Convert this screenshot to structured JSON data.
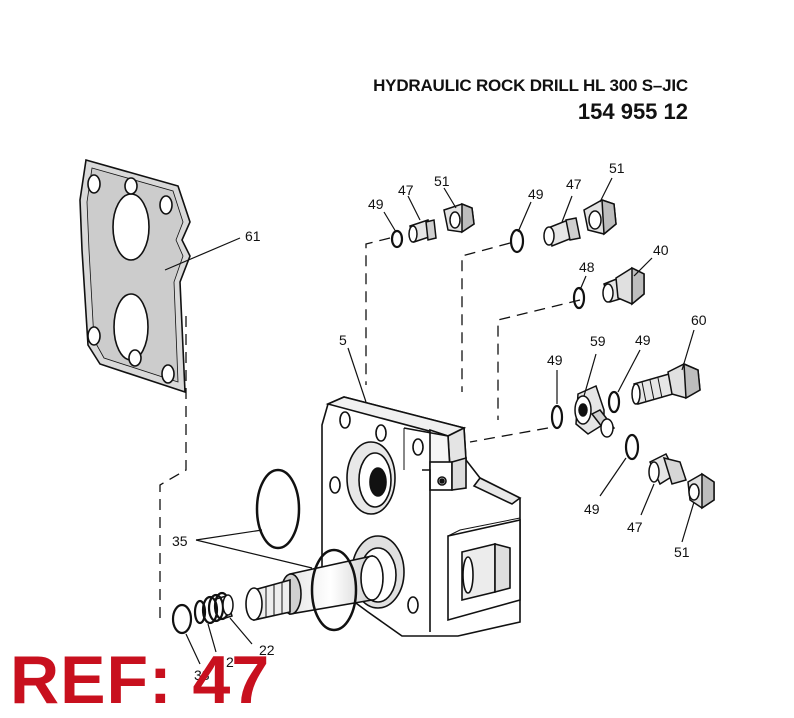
{
  "header": {
    "title": "HYDRAULIC ROCK DRILL HL 300 S–JIC",
    "part_number": "154 955 12"
  },
  "reference": "REF: 47",
  "callouts": {
    "c61": "61",
    "c5": "5",
    "c49a": "49",
    "c47a": "47",
    "c51a": "51",
    "c49b": "49",
    "c47b": "47",
    "c51b": "51",
    "c48": "48",
    "c40": "40",
    "c60": "60",
    "c49c": "49",
    "c59": "59",
    "c49d": "49",
    "c49e": "49",
    "c47c": "47",
    "c51c": "51",
    "c35": "35",
    "c22": "22",
    "c38": "38",
    "c2": "2"
  }
}
